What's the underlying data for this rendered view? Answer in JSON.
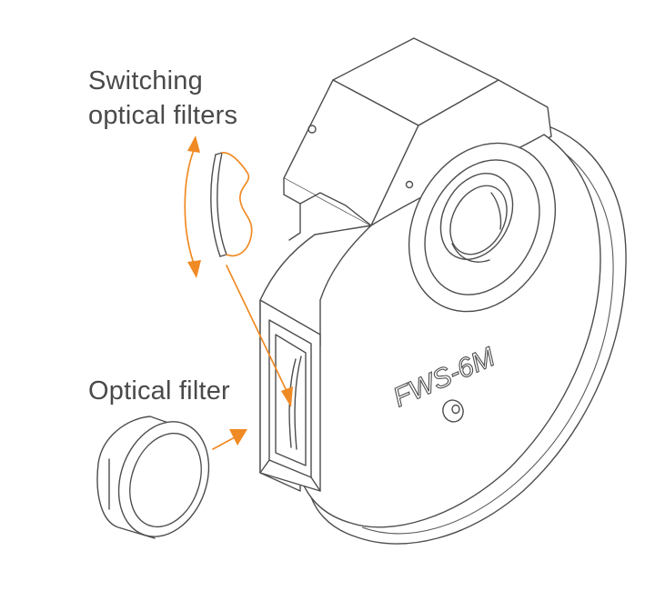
{
  "labels": {
    "switching_line1": "Switching",
    "switching_line2": "optical filters",
    "optical_filter": "Optical filter",
    "model": "FWS-6M"
  },
  "colors": {
    "accent_orange": "#f08a24",
    "line_gray": "#4d4d4d",
    "text_gray": "#4a4a4a",
    "background": "#ffffff"
  }
}
